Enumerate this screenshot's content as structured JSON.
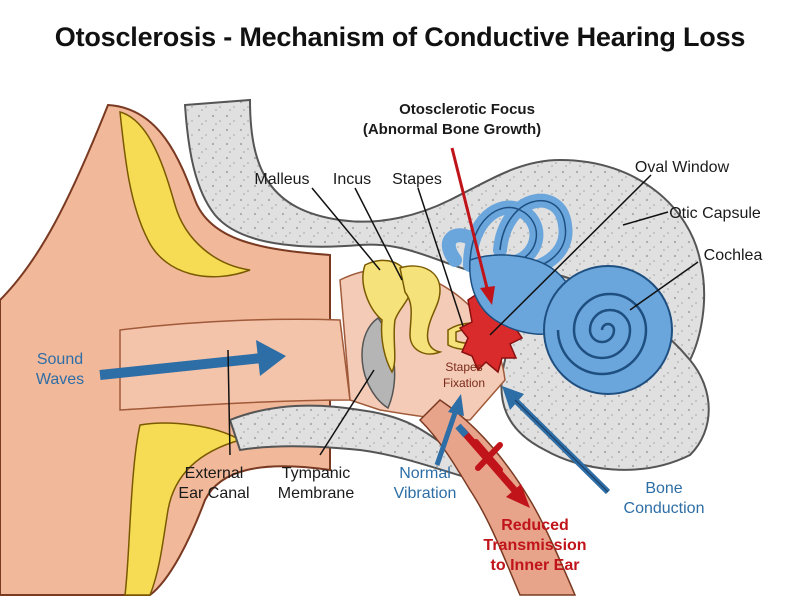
{
  "title": "Otosclerosis - Mechanism of Conductive Hearing Loss",
  "labels": {
    "focus": [
      "Otosclerotic Focus",
      "(Abnormal Bone Growth)"
    ],
    "malleus": "Malleus",
    "incus": "Incus",
    "stapes": "Stapes",
    "oval_window": "Oval Window",
    "otic_capsule": "Otic Capsule",
    "cochlea": "Cochlea",
    "sound_waves": [
      "Sound",
      "Waves"
    ],
    "stapes_fixation": [
      "Stapes",
      "Fixation"
    ],
    "external_ear_canal": [
      "External",
      "Ear Canal"
    ],
    "tympanic_membrane": [
      "Tympanic",
      "Membrane"
    ],
    "normal_vibration": [
      "Normal",
      "Vibration"
    ],
    "bone_conduction": [
      "Bone",
      "Conduction"
    ],
    "reduced_transmission": [
      "Reduced",
      "Transmission",
      "to Inner Ear"
    ]
  },
  "colors": {
    "title": "#111111",
    "skin": "#f2b89a",
    "bone": "#e0e0e0",
    "cartilage": "#f6dc55",
    "ossicles": "#f6e27a",
    "inner_ear": "#6aa6dc",
    "focus_red": "#d92b2b",
    "arrow_blue": "#2e6ea6",
    "label_text": "#1a1a1a",
    "blue_text": "#2e6ea6",
    "red_text": "#c0141a"
  }
}
